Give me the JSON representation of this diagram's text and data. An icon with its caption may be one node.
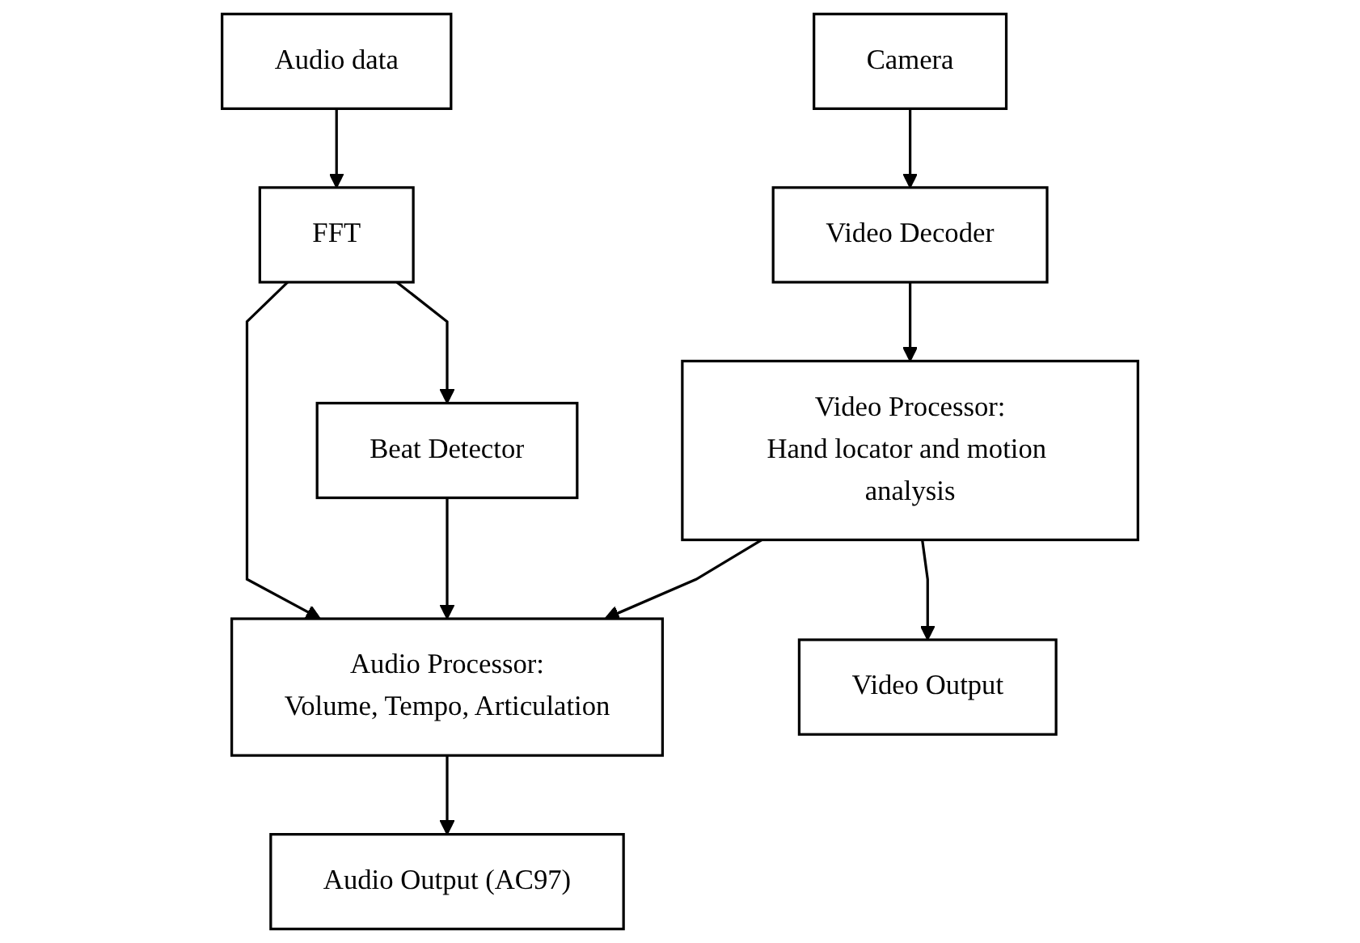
{
  "diagram": {
    "nodes": [
      {
        "text": [
          "Camera"
        ]
      },
      {
        "text": [
          "Audio data"
        ]
      },
      {
        "text": [
          "Video Decoder"
        ]
      },
      {
        "text": [
          "Beat Detector"
        ]
      },
      {
        "text": [
          "FFT"
        ]
      },
      {
        "text": [
          "Video Processor:",
          "Hand locator and motion analysis"
        ]
      },
      {
        "text": [
          "Audio Processor:",
          "Volume, Tempo, Articulation"
        ]
      },
      {
        "text": [
          "Video Output"
        ]
      },
      {
        "text": [
          "Audio Output (AC97)"
        ]
      }
    ],
    "edges": [
      {
        "from": 0,
        "to": 2,
        "arrow": "to"
      },
      {
        "from": 2,
        "to": 5,
        "arrow": "to"
      },
      {
        "from": 5,
        "to": 6,
        "arrow": "to"
      },
      {
        "from": 5,
        "to": 7,
        "arrow": "to"
      },
      {
        "from": 1,
        "to": 4,
        "arrow": "to"
      },
      {
        "from": 4,
        "to": 3,
        "arrow": "to"
      },
      {
        "from": 3,
        "to": 6,
        "arrow": "to"
      },
      {
        "from": 4,
        "to": 6,
        "arrow": "to"
      },
      {
        "from": 6,
        "to": 8,
        "arrow": "to"
      }
    ]
  }
}
